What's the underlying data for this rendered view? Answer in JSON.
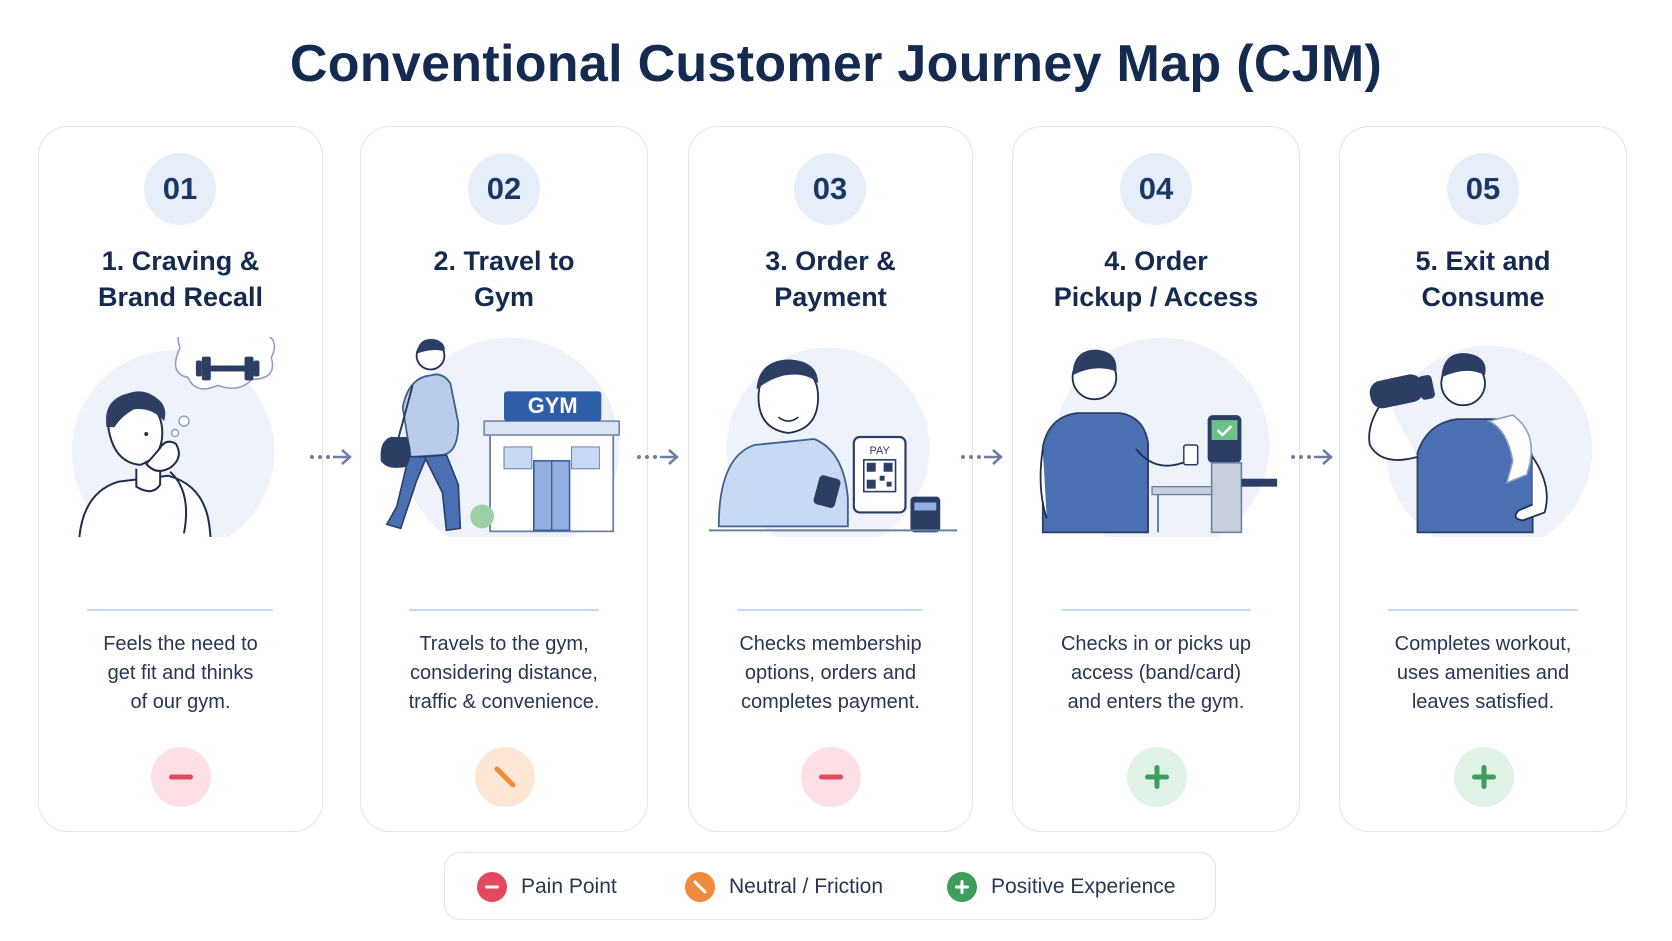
{
  "title": "Conventional Customer Journey Map (CJM)",
  "stages": [
    {
      "number": "01",
      "title_lines": [
        "1. Craving &",
        "Brand Recall"
      ],
      "description_lines": [
        "Feels the need to",
        "get fit and thinks",
        "of our gym."
      ],
      "experience": "pain"
    },
    {
      "number": "02",
      "title_lines": [
        "2. Travel to",
        "Gym"
      ],
      "description_lines": [
        "Travels to the gym,",
        "considering distance,",
        "traffic & convenience."
      ],
      "experience": "neutral",
      "sign_text": "GYM"
    },
    {
      "number": "03",
      "title_lines": [
        "3. Order &",
        "Payment"
      ],
      "description_lines": [
        "Checks membership",
        "options, orders and",
        "completes payment."
      ],
      "experience": "pain",
      "screen_text": "PAY"
    },
    {
      "number": "04",
      "title_lines": [
        "4. Order",
        "Pickup / Access"
      ],
      "description_lines": [
        "Checks in or picks up",
        "access (band/card)",
        "and enters the gym."
      ],
      "experience": "positive"
    },
    {
      "number": "05",
      "title_lines": [
        "5. Exit and",
        "Consume"
      ],
      "description_lines": [
        "Completes workout,",
        "uses amenities and",
        "leaves satisfied."
      ],
      "experience": "positive"
    }
  ],
  "legend": [
    {
      "label": "Pain Point",
      "type": "pain",
      "icon": "minus-icon"
    },
    {
      "label": "Neutral / Friction",
      "type": "neutral",
      "icon": "slash-icon"
    },
    {
      "label": "Positive Experience",
      "type": "positive",
      "icon": "plus-icon"
    }
  ],
  "colors": {
    "pain": "#e3485f",
    "pain_bg": "#fde0e5",
    "neutral": "#f08a3e",
    "neutral_bg": "#fde6d3",
    "positive": "#3f9e5c",
    "positive_bg": "#e1f3e6",
    "title": "#152a4f",
    "accent_blue": "#4a6fb3"
  }
}
